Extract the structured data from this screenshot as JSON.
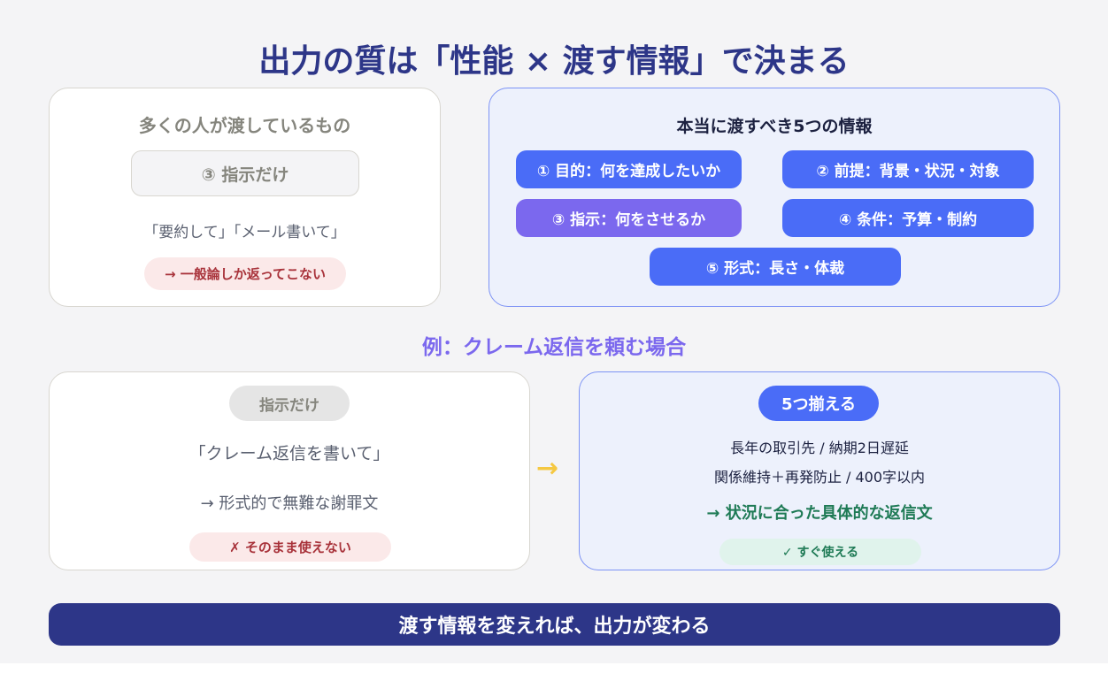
{
  "title": "出力の質は「性能 × 渡す情報」で決まる",
  "left_card": {
    "heading": "多くの人が渡しているもの",
    "box": "③ 指示だけ",
    "example": "「要約して」「メール書いて」",
    "result": "→ 一般論しか返ってこない"
  },
  "right_card": {
    "heading": "本当に渡すべき5つの情報",
    "items": [
      "① 目的：何を達成したいか",
      "② 前提：背景・状況・対象",
      "③ 指示：何をさせるか",
      "④ 条件：予算・制約",
      "⑤ 形式：長さ・体裁"
    ]
  },
  "example_heading": "例：クレーム返信を頼む場合",
  "bad_card": {
    "badge": "指示だけ",
    "prompt": "「クレーム返信を書いて」",
    "output": "→ 形式的で無難な謝罪文",
    "verdict": "✗ そのまま使えない"
  },
  "arrow": "→",
  "good_card": {
    "badge": "5つ揃える",
    "line1": "長年の取引先 / 納期2日遅延",
    "line2": "関係維持＋再発防止 / 400字以内",
    "output": "→ 状況に合った具体的な返信文",
    "verdict": "✓ すぐ使える"
  },
  "footer": "渡す情報を変えれば、出力が変わる",
  "colors": {
    "navy": "#2d3688",
    "blue": "#4a6cf7",
    "purple": "#7b68ee",
    "green": "#1e7a55",
    "red": "#a8323a"
  }
}
